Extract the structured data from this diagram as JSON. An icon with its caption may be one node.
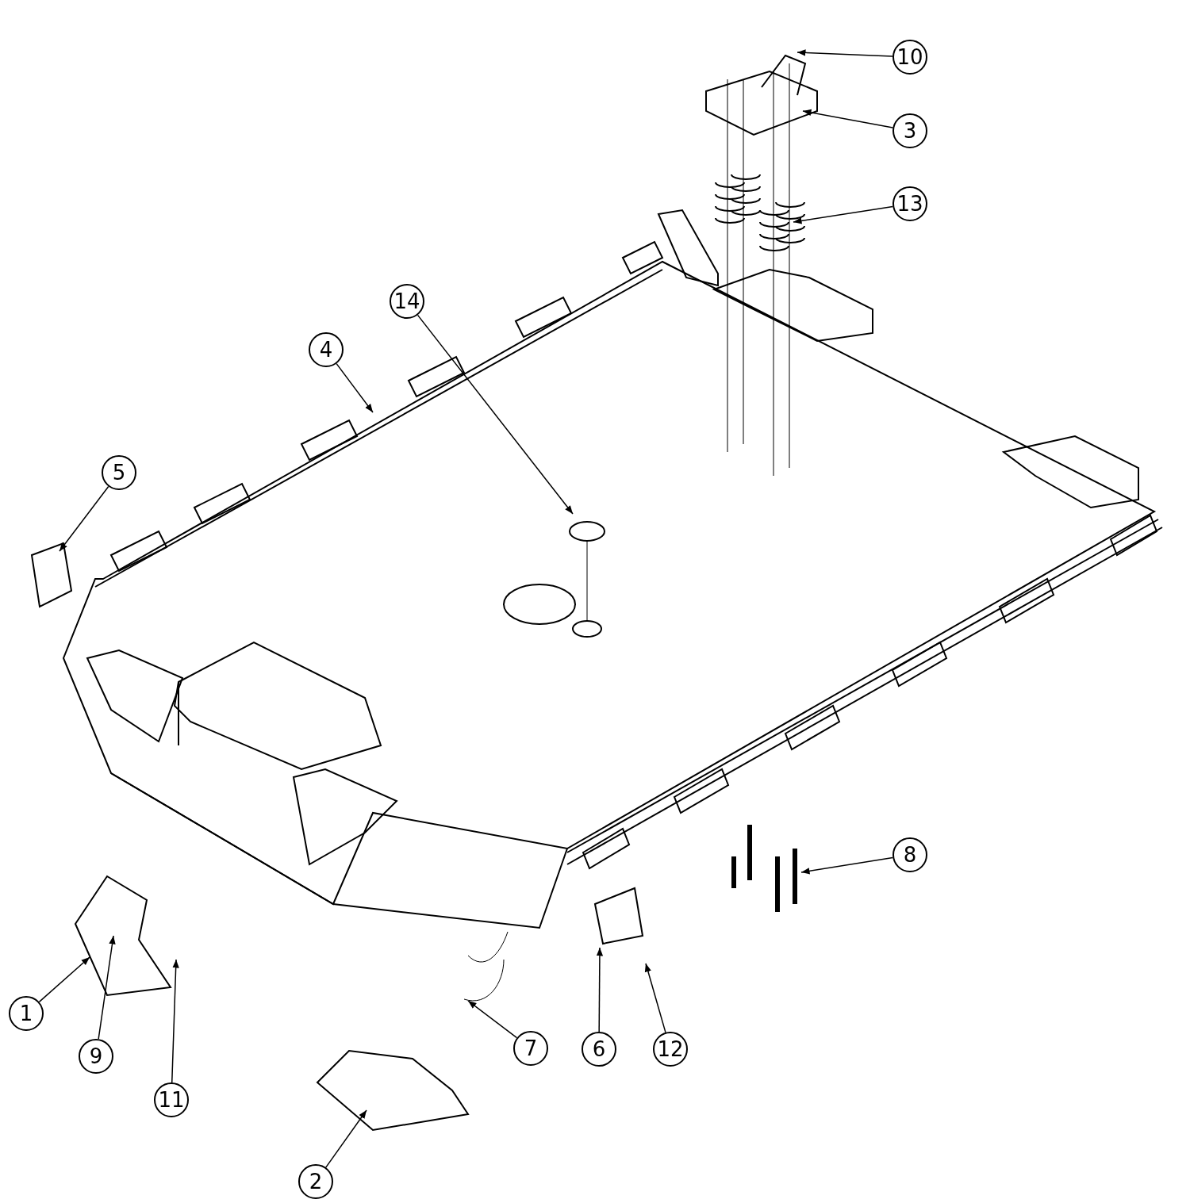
{
  "diagram": {
    "nodes": [
      {
        "text": [
          "10"
        ]
      },
      {
        "text": [
          "3"
        ]
      },
      {
        "text": [
          "13"
        ]
      },
      {
        "text": [
          "14"
        ]
      },
      {
        "text": [
          "4"
        ]
      },
      {
        "text": [
          "5"
        ]
      },
      {
        "text": [
          "8"
        ]
      },
      {
        "text": [
          "1"
        ]
      },
      {
        "text": [
          "9"
        ]
      },
      {
        "text": [
          "11"
        ]
      },
      {
        "text": [
          "7"
        ]
      },
      {
        "text": [
          "6"
        ]
      },
      {
        "text": [
          "12"
        ]
      },
      {
        "text": [
          "2"
        ]
      }
    ],
    "edges": [
      {
        "from": 0,
        "to": null,
        "arrow": "to"
      },
      {
        "from": 1,
        "to": null,
        "arrow": "to"
      },
      {
        "from": 2,
        "to": null,
        "arrow": "to"
      },
      {
        "from": 3,
        "to": null,
        "arrow": "to"
      },
      {
        "from": 4,
        "to": null,
        "arrow": "to"
      },
      {
        "from": 5,
        "to": null,
        "arrow": "to"
      },
      {
        "from": 6,
        "to": null,
        "arrow": "to"
      },
      {
        "from": 7,
        "to": null,
        "arrow": "to"
      },
      {
        "from": 8,
        "to": null,
        "arrow": "to"
      },
      {
        "from": 9,
        "to": null,
        "arrow": "to"
      },
      {
        "from": 10,
        "to": null,
        "arrow": "to"
      },
      {
        "from": 11,
        "to": null,
        "arrow": "to"
      },
      {
        "from": 12,
        "to": null,
        "arrow": "to"
      },
      {
        "from": 13,
        "to": null,
        "arrow": "to"
      }
    ]
  }
}
